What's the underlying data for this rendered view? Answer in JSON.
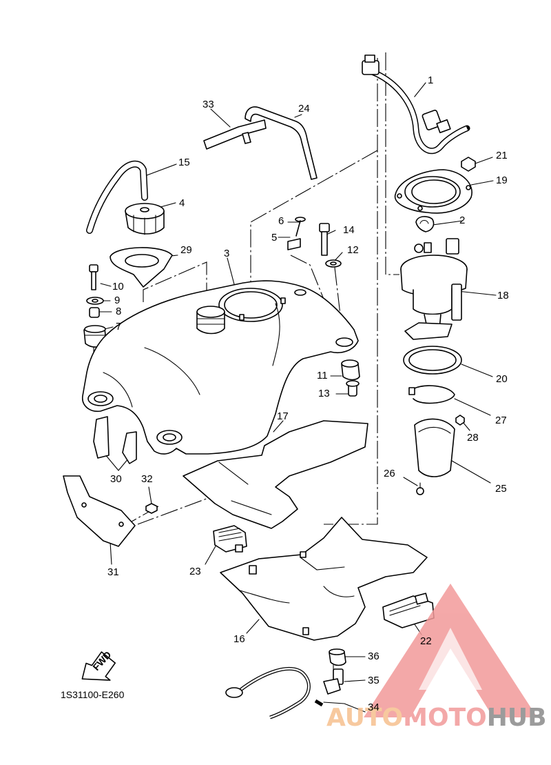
{
  "diagram": {
    "code": "1S31100-E260",
    "fwd_label": "FWD",
    "callouts": [
      "1",
      "2",
      "3",
      "4",
      "5",
      "6",
      "7",
      "8",
      "9",
      "10",
      "11",
      "12",
      "13",
      "14",
      "15",
      "16",
      "17",
      "18",
      "19",
      "20",
      "21",
      "22",
      "23",
      "24",
      "25",
      "26",
      "27",
      "28",
      "29",
      "30",
      "31",
      "32",
      "33",
      "34",
      "35",
      "36"
    ]
  },
  "watermark": {
    "part1": "AUTO",
    "part2": "MOTO",
    "part3": "HUB",
    "colors": {
      "auto": "#f6c08f",
      "moto": "#f29a9a",
      "hub": "#8a8a8a",
      "triangle": "#f29a9a"
    }
  }
}
